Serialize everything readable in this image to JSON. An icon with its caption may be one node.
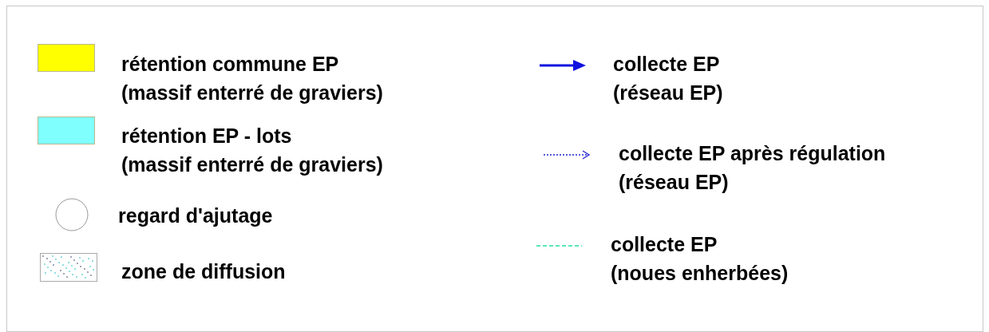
{
  "diagram": {
    "legend": [
      {
        "text": "rétention commune EP (massif enterré de graviers)",
        "color": "#ffff00"
      },
      {
        "text": "rétention EP - lots (massif enterré de graviers)",
        "color": "#80ffff"
      },
      {
        "text": "regard d'ajutage"
      },
      {
        "text": "zone de diffusion"
      },
      {
        "text": "collecte EP (réseau EP)"
      },
      {
        "text": "collecte EP après régulation (réseau EP)"
      },
      {
        "text": "collecte EP (noues enherbées)"
      }
    ]
  }
}
